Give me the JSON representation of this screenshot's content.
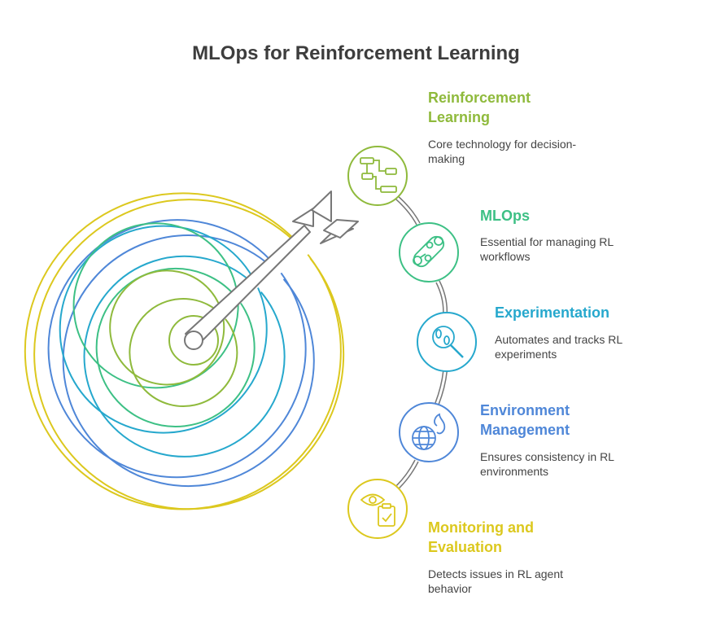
{
  "title": "MLOps for Reinforcement Learning",
  "colors": {
    "lime": "#8fba3c",
    "green": "#3dc085",
    "teal": "#26a8cd",
    "blue": "#4f87d8",
    "yellow": "#dcc81e",
    "arrow": "#666666"
  },
  "items": [
    {
      "title_line1": "Reinforcement",
      "title_line2": "Learning",
      "desc_line1": "Core technology for decision-",
      "desc_line2": "making",
      "icon": "flowchart-icon",
      "color": "#8fba3c"
    },
    {
      "title_line1": "MLOps",
      "title_line2": "",
      "desc_line1": "Essential for managing RL",
      "desc_line2": "workflows",
      "icon": "workflow-nodes-icon",
      "color": "#3dc085"
    },
    {
      "title_line1": "Experimentation",
      "title_line2": "",
      "desc_line1": "Automates and tracks RL",
      "desc_line2": "experiments",
      "icon": "magnifier-footprints-icon",
      "color": "#26a8cd"
    },
    {
      "title_line1": "Environment",
      "title_line2": "Management",
      "desc_line1": "Ensures consistency in RL",
      "desc_line2": "environments",
      "icon": "globe-fire-icon",
      "color": "#4f87d8"
    },
    {
      "title_line1": "Monitoring and",
      "title_line2": "Evaluation",
      "desc_line1": "Detects issues in RL agent",
      "desc_line2": "behavior",
      "icon": "eye-clipboard-icon",
      "color": "#dcc81e"
    }
  ]
}
